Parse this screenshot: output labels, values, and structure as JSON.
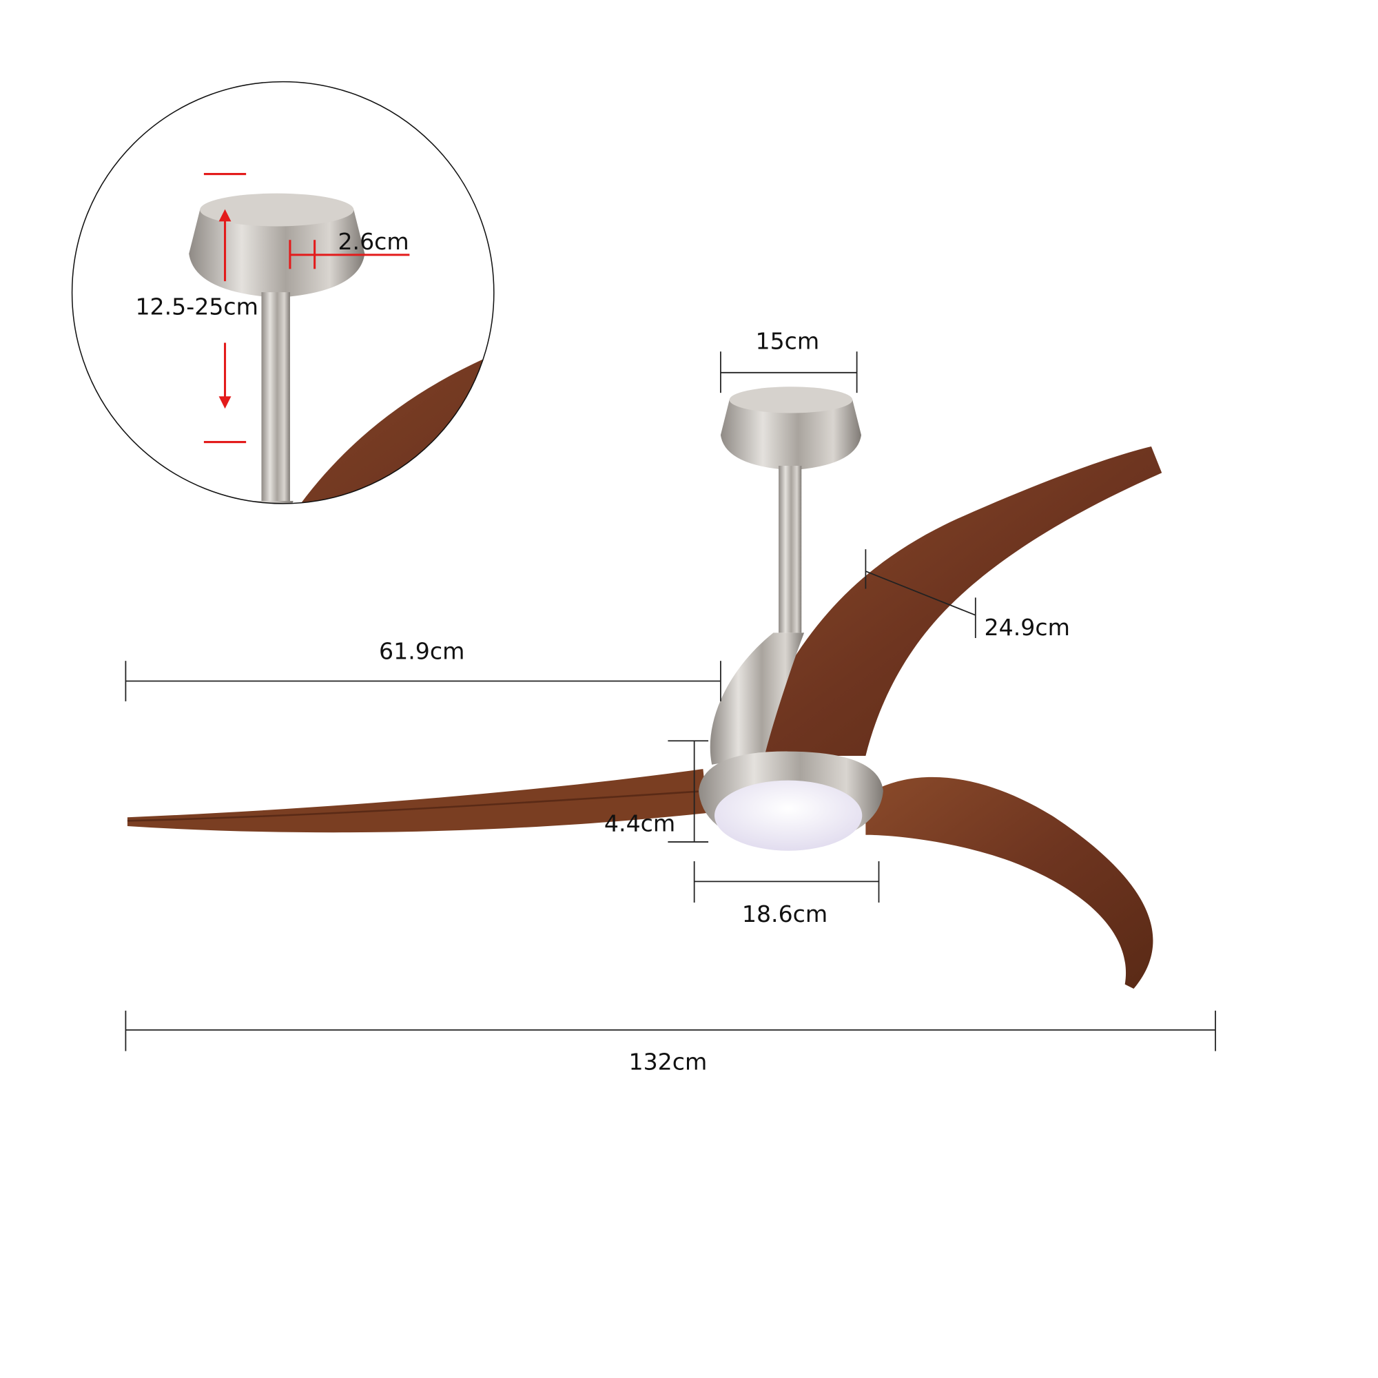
{
  "dimensions": {
    "canopy_width": "15cm",
    "blade_length": "61.9cm",
    "blade_width": "24.9cm",
    "motor_height": "4.4cm",
    "motor_diameter": "18.6cm",
    "overall_span": "132cm",
    "downrod_length": "12.5-25cm",
    "downrod_diameter": "2.6cm"
  },
  "colors": {
    "wood": "#7a3e22",
    "wood_dark": "#5a2a16",
    "nickel": "#b9b4ae",
    "light": "#f1eef8",
    "inset_dimension": "#e31b1b",
    "dimension_line": "#222222"
  }
}
